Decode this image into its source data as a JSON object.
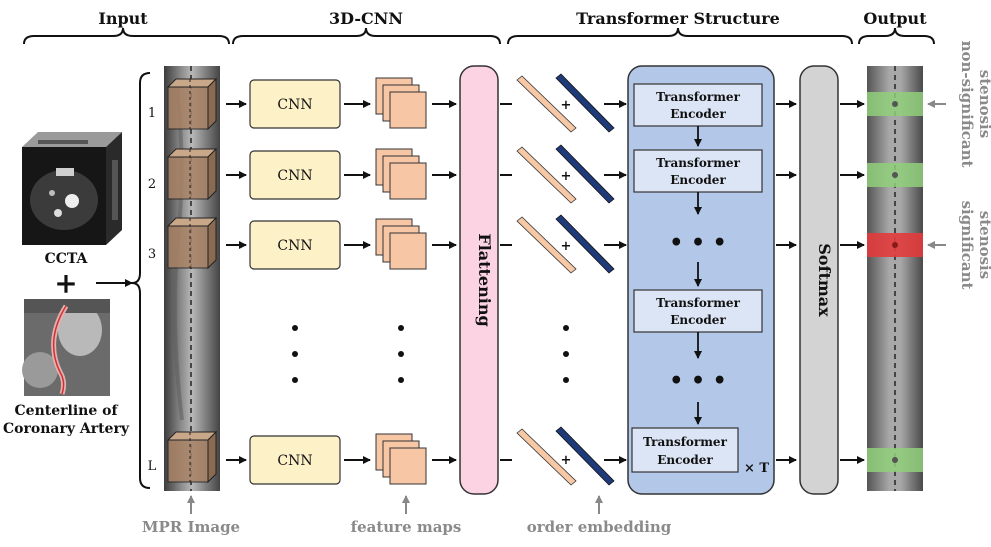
{
  "sections": {
    "input": "Input",
    "cnn": "3D-CNN",
    "transformer": "Transformer Structure",
    "output": "Output"
  },
  "inputs": {
    "ccta": "CCTA",
    "plus": "+",
    "centerline_line1": "Centerline of",
    "centerline_line2": "Coronary Artery"
  },
  "row_labels": [
    "1",
    "2",
    "3",
    "L"
  ],
  "cnn_label": "CNN",
  "flattening": "Flattening",
  "embedding_plus": "+",
  "encoder_line1": "Transformer",
  "encoder_line2": "Encoder",
  "times_t": "× T",
  "softmax": "Softmax",
  "ellipsis": "• • •",
  "output_labels": {
    "nonsig_line1": "non-significant",
    "nonsig_line2": "stenosis",
    "sig_line1": "significant",
    "sig_line2": "stenosis"
  },
  "bottom_labels": {
    "mpr": "MPR Image",
    "feature_maps": "feature maps",
    "order_embedding": "order embedding"
  },
  "colors": {
    "cnn_fill": "#fdf1c8",
    "fmap_fill": "#f7c6a5",
    "flatten_fill": "#fbd3e3",
    "transformer_fill": "#b3c7e8",
    "encoder_fill": "#dce5f5",
    "softmax_fill": "#d3d3d3",
    "embed_peach": "#f6c8a6",
    "embed_navy": "#1f3a78",
    "nonsig_band": "#8fcf7a",
    "sig_band": "#e23b3b"
  }
}
